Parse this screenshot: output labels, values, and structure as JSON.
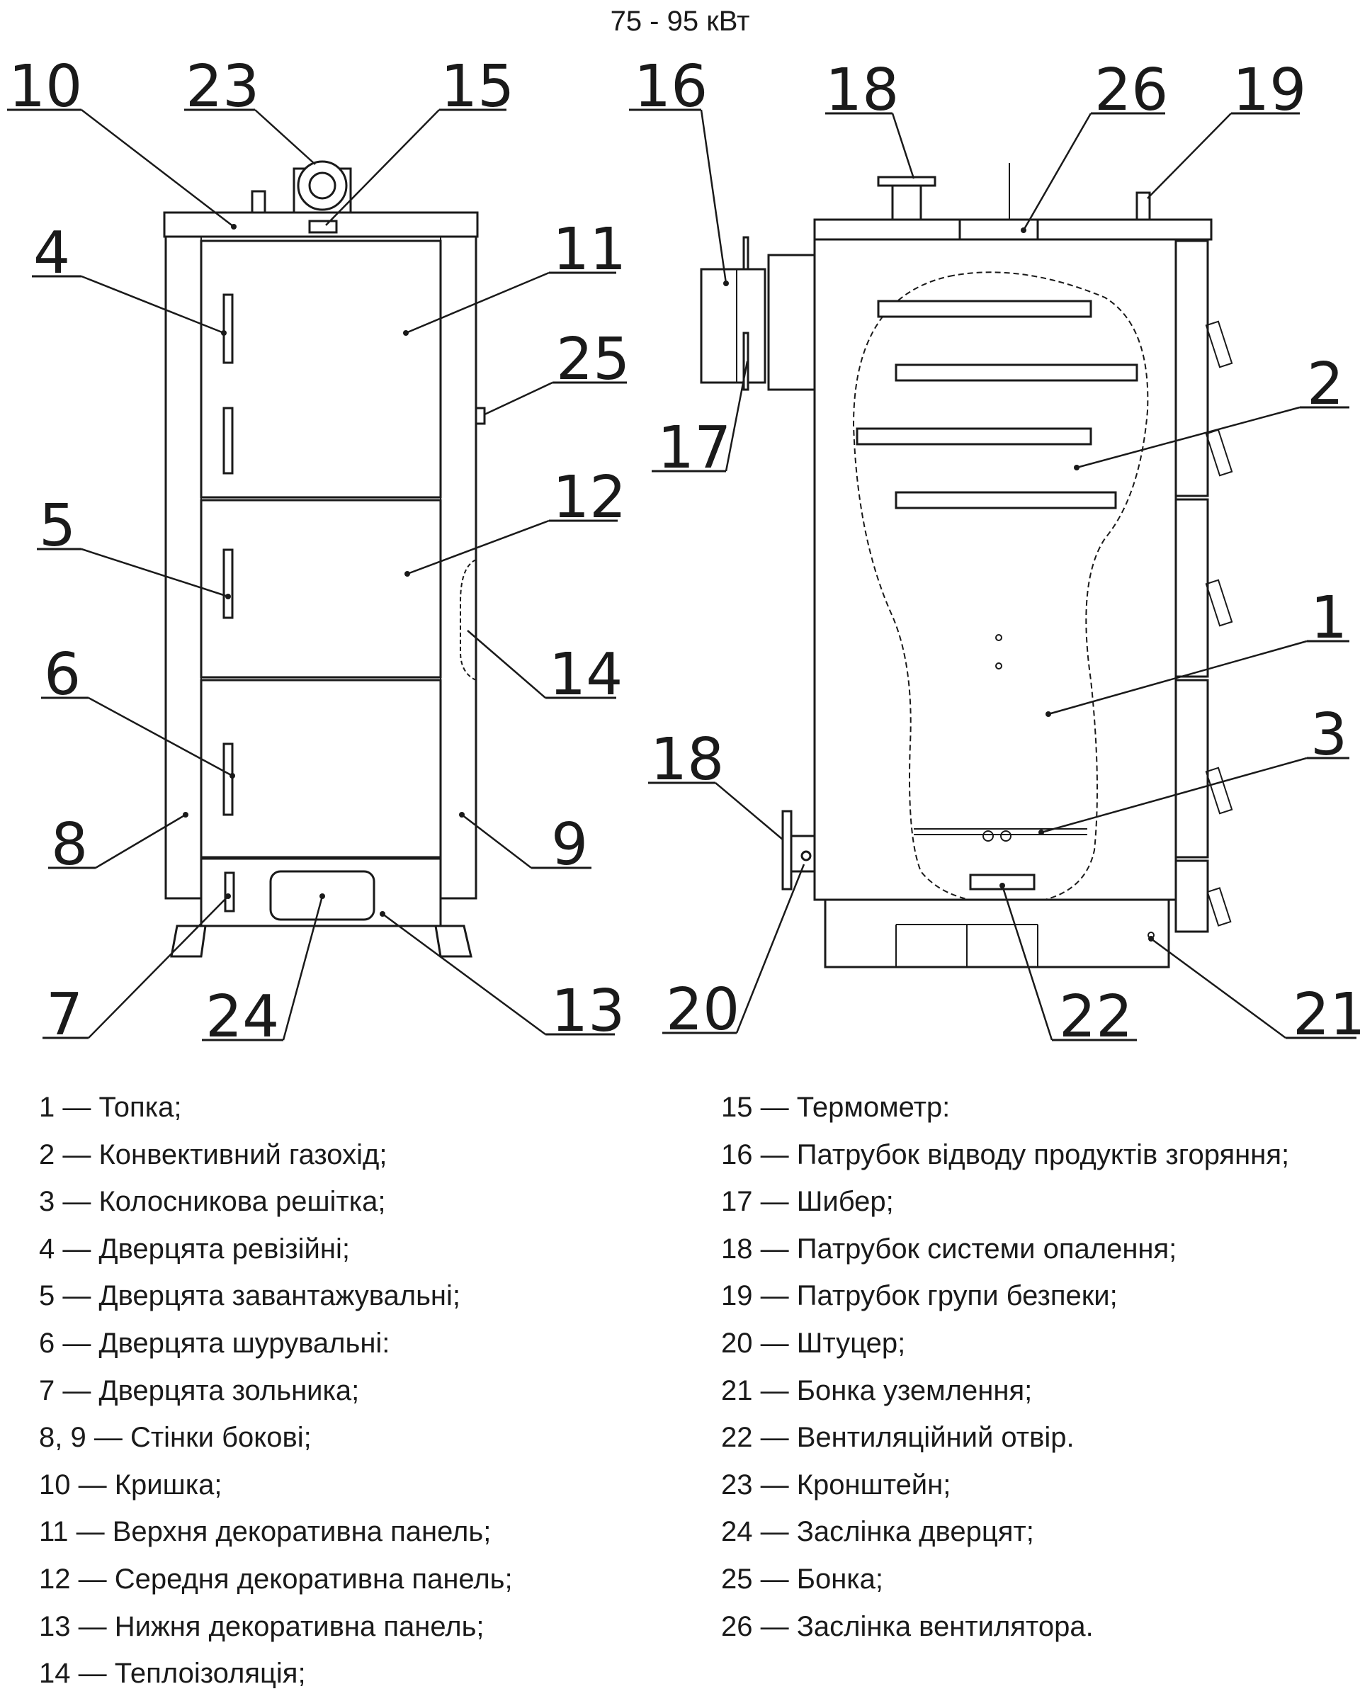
{
  "title": "75 - 95 кВт",
  "callouts": {
    "front": {
      "c10": "10",
      "c23": "23",
      "c15": "15",
      "c4": "4",
      "c11": "11",
      "c25": "25",
      "c5": "5",
      "c12": "12",
      "c14": "14",
      "c6": "6",
      "c8": "8",
      "c9": "9",
      "c7": "7",
      "c24": "24",
      "c13": "13"
    },
    "side": {
      "c16": "16",
      "c18top": "18",
      "c26": "26",
      "c19": "19",
      "c2": "2",
      "c17": "17",
      "c1": "1",
      "c3": "3",
      "c18left": "18",
      "c20": "20",
      "c22": "22",
      "c21": "21"
    }
  },
  "legend_left": [
    "1 — Топка;",
    "2 — Конвективний газохід;",
    "3 — Колосникова решітка;",
    "4 — Дверцята ревізійні;",
    "5 — Дверцята завантажувальні;",
    "6 — Дверцята шурувальні:",
    "7 — Дверцята зольника;",
    "8, 9 — Стінки бокові;",
    "10 — Кришка;",
    "11 — Верхня декоративна панель;",
    "12 — Середня декоративна панель;",
    "13 — Нижня декоративна панель;",
    "14 — Теплоізоляція;"
  ],
  "legend_right": [
    "15 — Термометр:",
    "16 — Патрубок відводу продуктів згоряння;",
    "17 — Шибер;",
    "18 — Патрубок системи опалення;",
    "19 — Патрубок групи безпеки;",
    "20 — Штуцер;",
    "21 — Бонка уземлення;",
    "22 — Вентиляційний отвір.",
    "23 — Кронштейн;",
    "24 — Заслінка дверцят;",
    "25 — Бонка;",
    "26 — Заслінка вентилятора."
  ]
}
